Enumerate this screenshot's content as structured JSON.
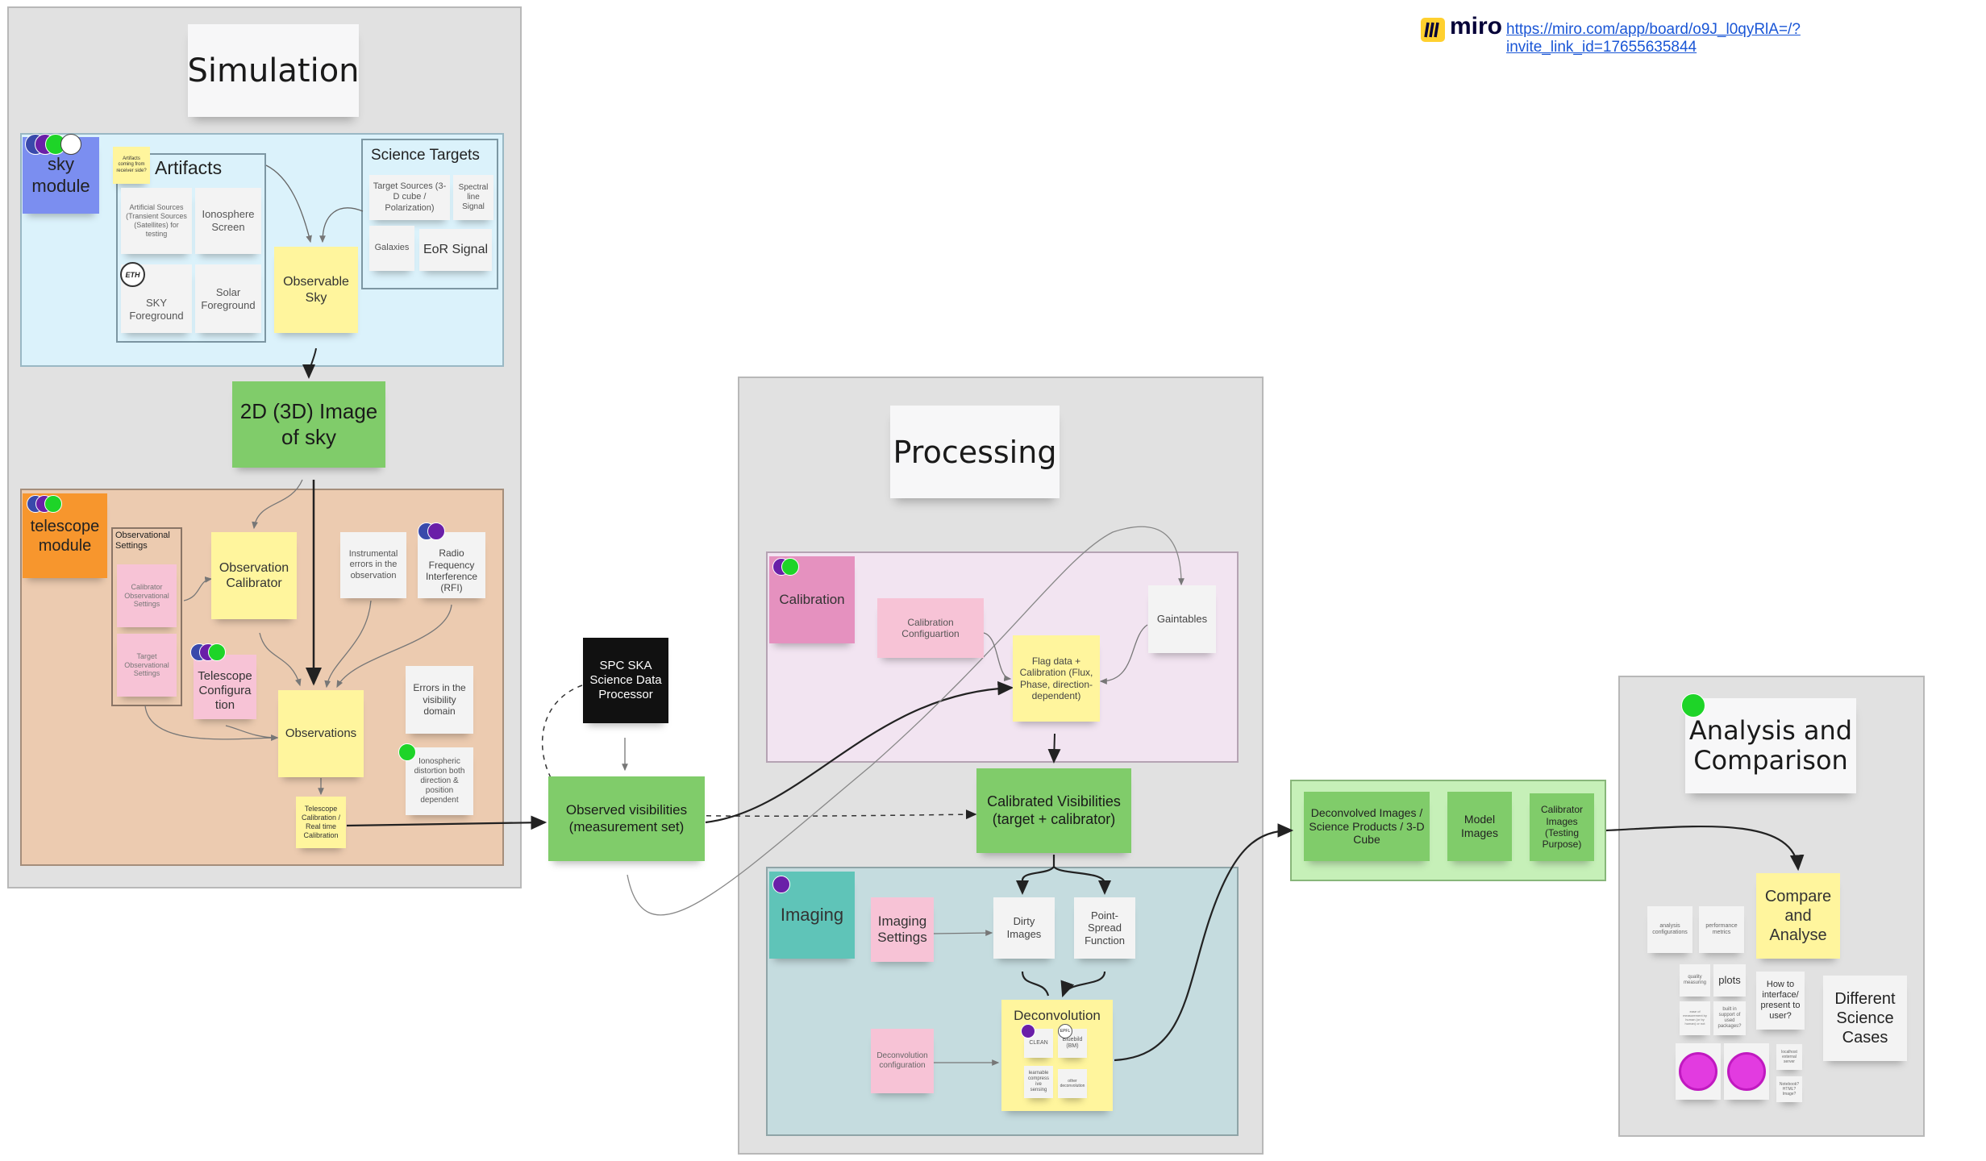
{
  "header": {
    "brand": "miro",
    "link": "https://miro.com/app/board/o9J_l0qyRlA=/?invite_link_id=17655635844"
  },
  "simulation": {
    "title": "Simulation",
    "sky_module": "sky module",
    "artifacts_title": "Artifacts",
    "artifacts_note": "Artifacts coming from receiver side?",
    "artificial_sources": "Artificial Sources (Transient Sources (Satellites) for testing",
    "ionosphere_screen": "Ionosphere Screen",
    "eth_badge": "ETH",
    "sky_foreground": "SKY Foreground",
    "solar_foreground": "Solar Foreground",
    "observable_sky": "Observable Sky",
    "science_targets_title": "Science Targets",
    "target_sources": "Target Sources (3-D cube / Polarization)",
    "spectral_line": "Spectral line Signal",
    "galaxies": "Galaxies",
    "eor_signal": "EoR Signal",
    "image_of_sky": "2D (3D) Image of sky",
    "telescope_module": "telescope module",
    "observational_settings": "Observational Settings",
    "calibrator_settings": "Calibrator Observational Settings",
    "target_settings": "Target Observational Settings",
    "observation_calibrator": "Observation Calibrator",
    "instrumental_errors": "Instrumental errors in the observation",
    "rfi": "Radio Frequency Interference (RFI)",
    "telescope_configuration": "Telescope Configura tion",
    "observations": "Observations",
    "errors_visibility": "Errors in the visibility domain",
    "ionospheric_distortion": "Ionospheric distortion both direction & position dependent",
    "telescope_calibration": "Telescope Calibration / Real time Calibration"
  },
  "center": {
    "spc": "SPC SKA Science Data Processor",
    "observed_visibilities": "Observed visibilities (measurement set)"
  },
  "processing": {
    "title": "Processing",
    "calibration": "Calibration",
    "calibration_configuration": "Calibration Configuartion",
    "gaintables": "Gaintables",
    "flag_data": "Flag data + Calibration (Flux, Phase, direction-dependent)",
    "calibrated_visibilities": "Calibrated Visibilities (target + calibrator)",
    "imaging": "Imaging",
    "imaging_settings": "Imaging Settings",
    "dirty_images": "Dirty Images",
    "psf": "Point-Spread Function",
    "deconvolution": "Deconvolution",
    "deconvolution_configuration": "Deconvolution configuration",
    "clean": "CLEAN",
    "bluebild": "Bluebild (BM)",
    "eps_badge": "EPFL",
    "learnable": "learnable compress ive sensing",
    "other_deconvolution": "other deconvolution"
  },
  "products": {
    "deconvolved": "Deconvolved Images / Science Products / 3-D Cube",
    "model_images": "Model Images",
    "calibrator_images": "Calibrator Images (Testing Purpose)"
  },
  "analysis": {
    "title": "Analysis and Comparison",
    "compare": "Compare and Analyse",
    "analysis_configurations": "analysis configurations",
    "performance_metrics": "performance metrics",
    "quality_measuring": "quality measuring",
    "plots": "plots",
    "how_to_interface": "How to interface/ present to user?",
    "different_science_cases": "Different Science Cases",
    "small_note_1": "ease of measurement by human (or by human) or not",
    "small_note_2": "built in support of used packages?",
    "small_note_3": "localhost external server",
    "small_note_4": "Notebook? HTML? Image?"
  },
  "colors": {
    "frame": "#e1e1e1",
    "sky_panel": "#dbf2fb",
    "telescope_panel": "#eccbb0",
    "calibration_panel": "#f2e4f1",
    "imaging_panel": "#c5dcdf",
    "products_panel": "#c6f0b8",
    "sticky_yellow": "#fff59d",
    "sticky_green": "#80cc6a",
    "sticky_pink": "#f7c3d6"
  }
}
